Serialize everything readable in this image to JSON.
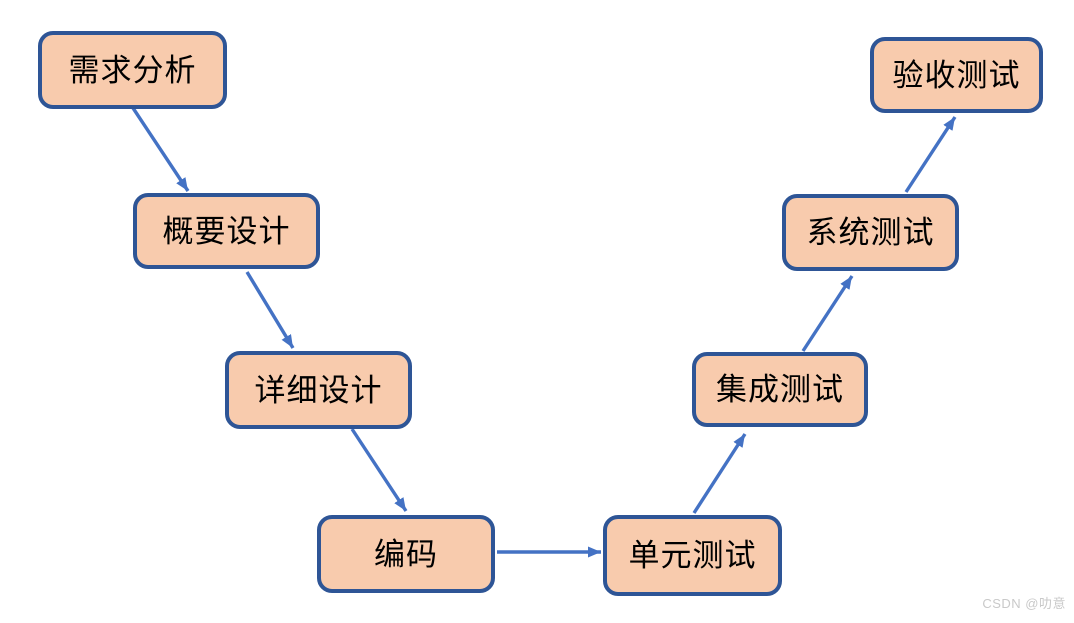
{
  "diagram": {
    "type": "flowchart-v-model",
    "nodes": [
      {
        "id": "requirements-analysis",
        "label": "需求分析"
      },
      {
        "id": "high-level-design",
        "label": "概要设计"
      },
      {
        "id": "detailed-design",
        "label": "详细设计"
      },
      {
        "id": "coding",
        "label": "编码"
      },
      {
        "id": "unit-test",
        "label": "单元测试"
      },
      {
        "id": "integration-test",
        "label": "集成测试"
      },
      {
        "id": "system-test",
        "label": "系统测试"
      },
      {
        "id": "acceptance-test",
        "label": "验收测试"
      }
    ],
    "edges": [
      {
        "from": "需求分析",
        "to": "概要设计"
      },
      {
        "from": "概要设计",
        "to": "详细设计"
      },
      {
        "from": "详细设计",
        "to": "编码"
      },
      {
        "from": "编码",
        "to": "单元测试"
      },
      {
        "from": "单元测试",
        "to": "集成测试"
      },
      {
        "from": "集成测试",
        "to": "系统测试"
      },
      {
        "from": "系统测试",
        "to": "验收测试"
      }
    ],
    "colors": {
      "node_fill": "#F8CBAD",
      "node_border": "#2E5596",
      "arrow": "#4472C4",
      "text": "#000000",
      "watermark": "#C9C9C9",
      "background": "#FFFFFF"
    }
  },
  "watermark": {
    "text": "CSDN @叻意"
  }
}
